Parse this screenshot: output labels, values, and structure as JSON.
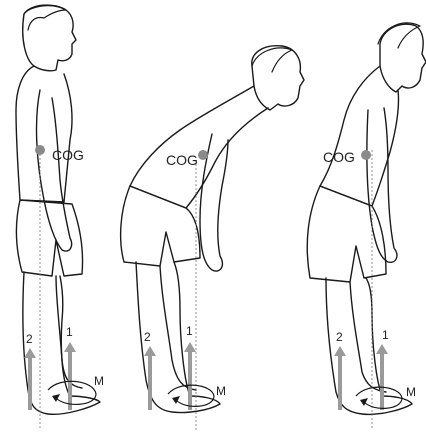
{
  "figures": [
    {
      "label_cog": "COG",
      "arrow_labels": [
        "2",
        "1"
      ],
      "moment_label": "M"
    },
    {
      "label_cog": "COG",
      "arrow_labels": [
        "2",
        "1"
      ],
      "moment_label": "M"
    },
    {
      "label_cog": "COG",
      "arrow_labels": [
        "2",
        "1"
      ],
      "moment_label": "M"
    }
  ],
  "colors": {
    "cog_dot": "#8a8a8a",
    "force_arrow": "#9a9a9a",
    "outline": "#1a1a1a",
    "guide_line": "#777777"
  }
}
